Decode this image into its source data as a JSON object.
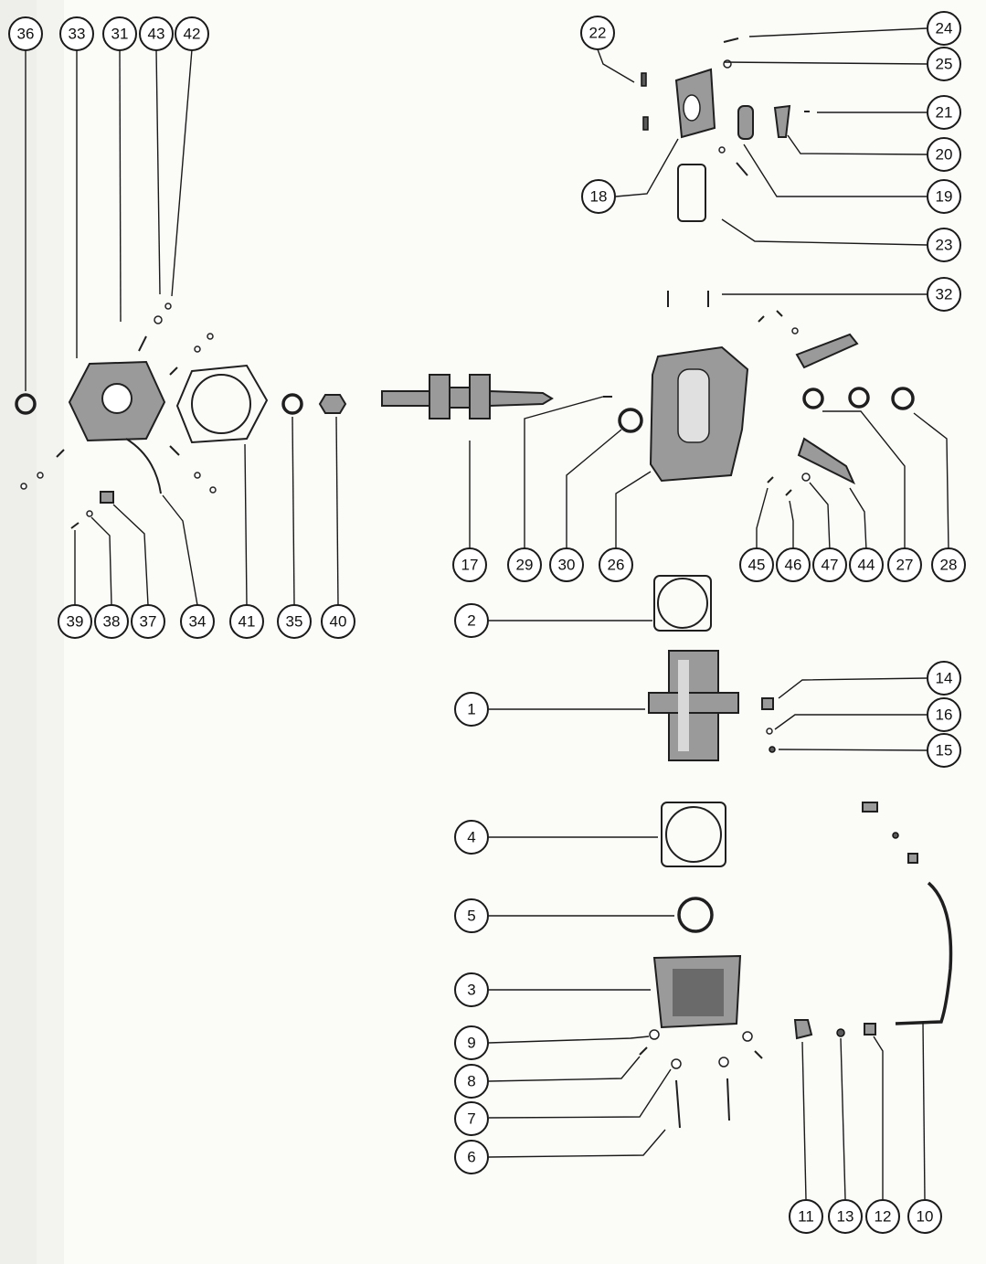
{
  "callouts": [
    "36",
    "33",
    "31",
    "43",
    "42",
    "22",
    "24",
    "25",
    "21",
    "20",
    "19",
    "18",
    "23",
    "32",
    "17",
    "29",
    "30",
    "26",
    "45",
    "46",
    "47",
    "44",
    "27",
    "28",
    "39",
    "38",
    "37",
    "34",
    "41",
    "35",
    "40",
    "2",
    "1",
    "14",
    "16",
    "15",
    "4",
    "5",
    "3",
    "9",
    "8",
    "7",
    "6",
    "11",
    "13",
    "12",
    "10"
  ],
  "colors": {
    "paper": "#fbfbf8",
    "ink": "#1a1a1a",
    "part_fill": "#9a9a9a"
  }
}
